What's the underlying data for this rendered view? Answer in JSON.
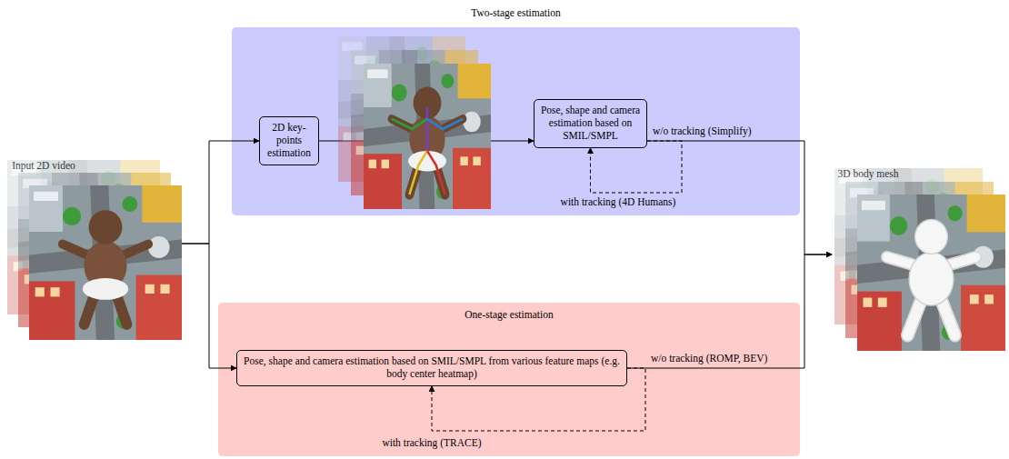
{
  "diagram": {
    "nodes": [
      {
        "text": [
          "Input 2D video"
        ]
      },
      {
        "text": [
          "Two-stage estimation"
        ]
      },
      {
        "text": [
          "2D key-points estimation"
        ],
        "in": 1
      },
      {
        "text": [
          "Pose, shape and camera estimation based on SMIL/SMPL"
        ],
        "in": 1
      },
      {
        "text": [
          "One-stage estimation"
        ]
      },
      {
        "text": [
          "Pose, shape and camera estimation based on SMIL/SMPL from various feature maps (e.g. body center heatmap)"
        ],
        "in": 4
      },
      {
        "text": [
          "3D body mesh"
        ]
      }
    ],
    "edges": [
      {
        "from": 0,
        "to": 2,
        "arrow": "to"
      },
      {
        "from": 0,
        "to": 5,
        "arrow": "to"
      },
      {
        "from": 2,
        "to": 3,
        "arrow": "to"
      },
      {
        "from": 3,
        "to": 3,
        "label": "with tracking (4D Humans)",
        "arrow": "to"
      },
      {
        "from": 3,
        "to": 6,
        "label": "w/o tracking (Simplify)",
        "arrow": "to"
      },
      {
        "from": 5,
        "to": 5,
        "label": "with tracking (TRACE)",
        "arrow": "to"
      },
      {
        "from": 5,
        "to": 6,
        "label": "w/o tracking (ROMP, BEV)",
        "arrow": "to"
      }
    ]
  }
}
